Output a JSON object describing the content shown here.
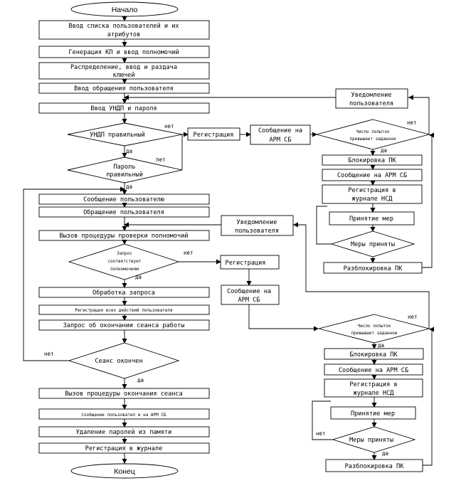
{
  "start": "Начало",
  "end": "Конец",
  "left": {
    "input_users_1": "Ввод списка пользователей и их",
    "input_users_2": "атрибутов",
    "gen_kp": "Генерация КП и ввод полномочий",
    "distribute_1": "Распределение, ввод и раздача",
    "distribute_2": "ключей",
    "input_request": "Ввод обращения пользователя",
    "input_undp": "Ввод УНДП и пароля",
    "undp_check": "УНДП правильный",
    "password_check_1": "Пароль",
    "password_check_2": "правильный",
    "msg_user": "Сообщение пользователю",
    "user_request": "Обращение пользователя",
    "call_check": "Вызов процедуры проверки полномочий",
    "request_match_1": "Запрос",
    "request_match_2": "соответствует",
    "request_match_3": "полномочиям",
    "process_request": "Обработка запроса",
    "log_actions": "Регистрация всех действий пользователя",
    "session_end_query": "Запрос об окончании сеанса работы",
    "session_over": "Сеанс окончен",
    "call_end": "Вызов процедуры окончания сеанса",
    "msg_user_arm": "Сообщение пользовател и на АРМ СБ",
    "delete_passwords": "Удаление паролей из памяти",
    "log_journal": "Регистрация в журнале"
  },
  "mid": {
    "registration_1": "Регистрация",
    "msg_arm_1a": "Сообщение на",
    "msg_arm_1b": "АРМ СБ",
    "notify_1a": "Уведомление",
    "notify_1b": "пользователя",
    "notify_2a": "Уведомление",
    "notify_2b": "пользователя",
    "registration_2": "Регистрация",
    "msg_arm_2a": "Сообщение на",
    "msg_arm_2b": "АРМ СБ"
  },
  "right_top": {
    "attempts_1": "Число попыток",
    "attempts_2": "превышает заданное",
    "block": "Блокировка ПК",
    "msg_arm": "Сообщение на АРМ СБ",
    "reg_nsd_1": "Регистрация в",
    "reg_nsd_2": "журнале НСД",
    "measures": "Принятие мер",
    "measures_taken": "Меры приняты",
    "unblock": "Разблокировка ПК"
  },
  "right_bottom": {
    "attempts_1": "Число попыток",
    "attempts_2": "превышает заданное",
    "block": "Блокировка ПК",
    "msg_arm": "Сообщение на АРМ СБ",
    "reg_nsd_1": "Регистрация в",
    "reg_nsd_2": "журнале НСД",
    "measures": "Принятие мер",
    "measures_taken": "Меры приняты",
    "unblock": "Разблокировка ПК"
  },
  "yesno": {
    "no": "нет",
    "no_typo": "пет",
    "yes": "да"
  }
}
